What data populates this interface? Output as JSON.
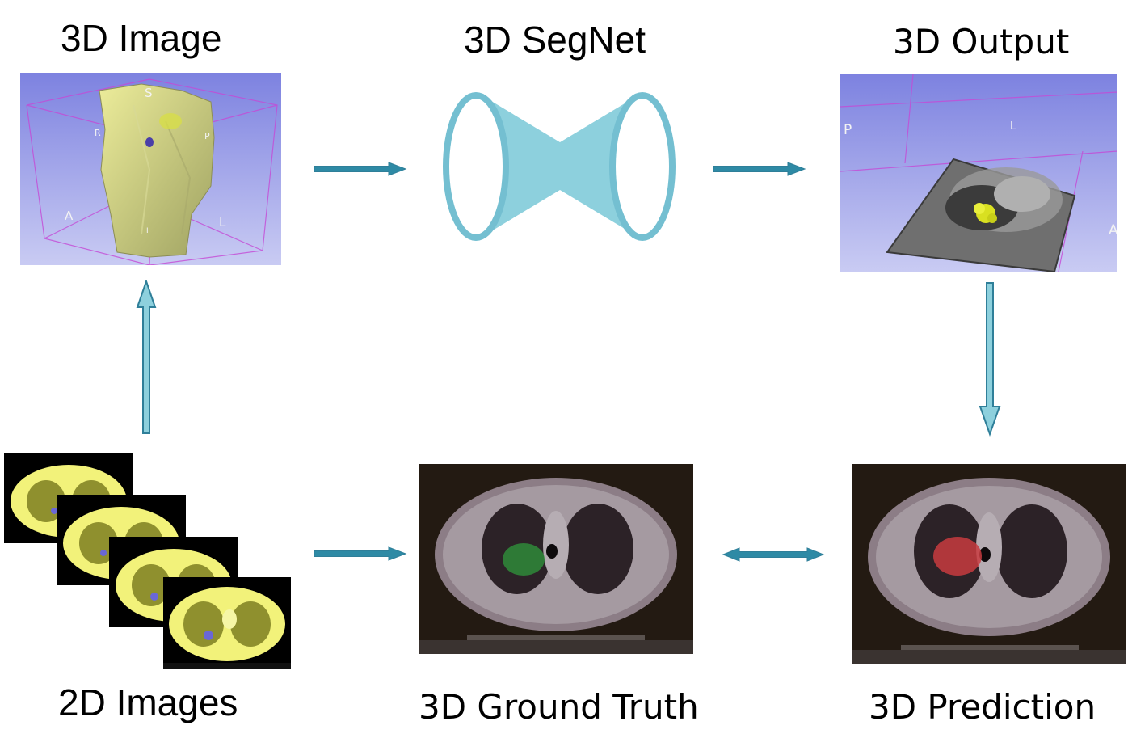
{
  "labels": {
    "image_3d": "3D Image",
    "segnet": "3D SegNet",
    "output_3d": "3D Output",
    "images_2d": "2D Images",
    "ground_truth": "3D Ground Truth",
    "prediction": "3D Prediction"
  },
  "render_3d_image": {
    "orientation_markers": [
      "S",
      "R",
      "P",
      "A",
      "L",
      "I"
    ]
  },
  "render_3d_output": {
    "orientation_markers": [
      "P",
      "L",
      "A"
    ]
  },
  "colors": {
    "arrow_fill": "#2e8aa5",
    "arrow_stroke": "#2f7f99",
    "segnet_blue": "#8dd0dd",
    "segnet_ring": "#74bfd1",
    "render_bg": "#8a8ee6",
    "lung_mask": "#f2f27a",
    "ground_truth_mask": "#2f8a3a",
    "prediction_mask": "#c83b40",
    "ct_background": "#231a12"
  }
}
